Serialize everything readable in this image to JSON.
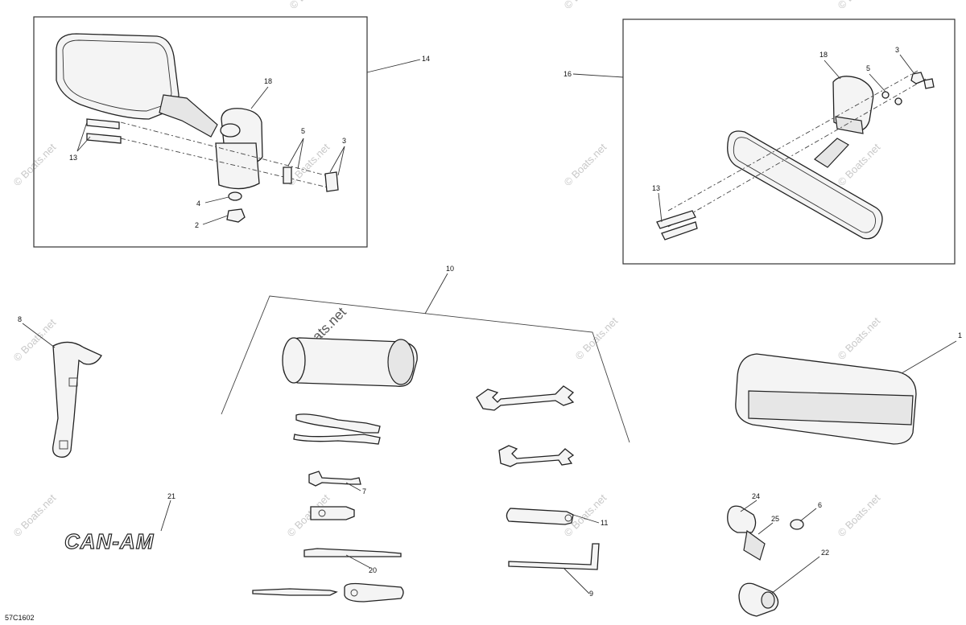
{
  "diagram_code": "57C1602",
  "watermark": "© Boats.net",
  "logo_text": "CAN-AM",
  "callouts": [
    {
      "id": "c14",
      "label": "14"
    },
    {
      "id": "c18a",
      "label": "18"
    },
    {
      "id": "c13a",
      "label": "13"
    },
    {
      "id": "c5a",
      "label": "5"
    },
    {
      "id": "c3a",
      "label": "3"
    },
    {
      "id": "c4",
      "label": "4"
    },
    {
      "id": "c2",
      "label": "2"
    },
    {
      "id": "c16",
      "label": "16"
    },
    {
      "id": "c18b",
      "label": "18"
    },
    {
      "id": "c5b",
      "label": "5"
    },
    {
      "id": "c3b",
      "label": "3"
    },
    {
      "id": "c13b",
      "label": "13"
    },
    {
      "id": "c10",
      "label": "10"
    },
    {
      "id": "c7",
      "label": "7"
    },
    {
      "id": "c11",
      "label": "11"
    },
    {
      "id": "c20",
      "label": "20"
    },
    {
      "id": "c9",
      "label": "9"
    },
    {
      "id": "c8",
      "label": "8"
    },
    {
      "id": "c21",
      "label": "21"
    },
    {
      "id": "c1",
      "label": "1"
    },
    {
      "id": "c24",
      "label": "24"
    },
    {
      "id": "c6",
      "label": "6"
    },
    {
      "id": "c25",
      "label": "25"
    },
    {
      "id": "c22",
      "label": "22"
    }
  ]
}
